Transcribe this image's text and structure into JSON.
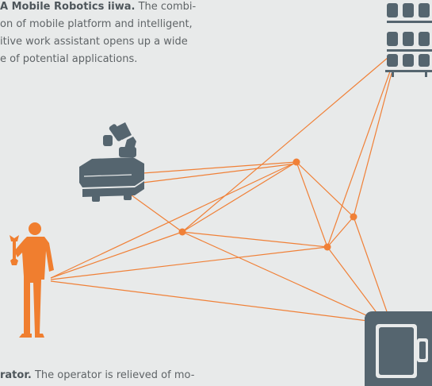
{
  "colors": {
    "background": "#e8eaea",
    "network": "#f08037",
    "equipment": "#55656f",
    "operator": "#f07e2f",
    "caption_text": "#5f6467",
    "caption_bold": "#4e565b"
  },
  "captions": {
    "top": {
      "bold": "A Mobile Robotics iiwa.",
      "lines": [
        " The combi-",
        "on of mobile platform and intelligent,",
        "itive work assistant opens up a wide",
        "e of potential applications."
      ]
    },
    "bottom": {
      "bold": "rator.",
      "text": " The operator is relieved of mo-"
    }
  },
  "icons": {
    "mobile_robot": "mobile-robot-icon",
    "operator": "operator-with-wrench-icon",
    "storage": "storage-rack-icon",
    "machine": "machine-tool-icon"
  }
}
